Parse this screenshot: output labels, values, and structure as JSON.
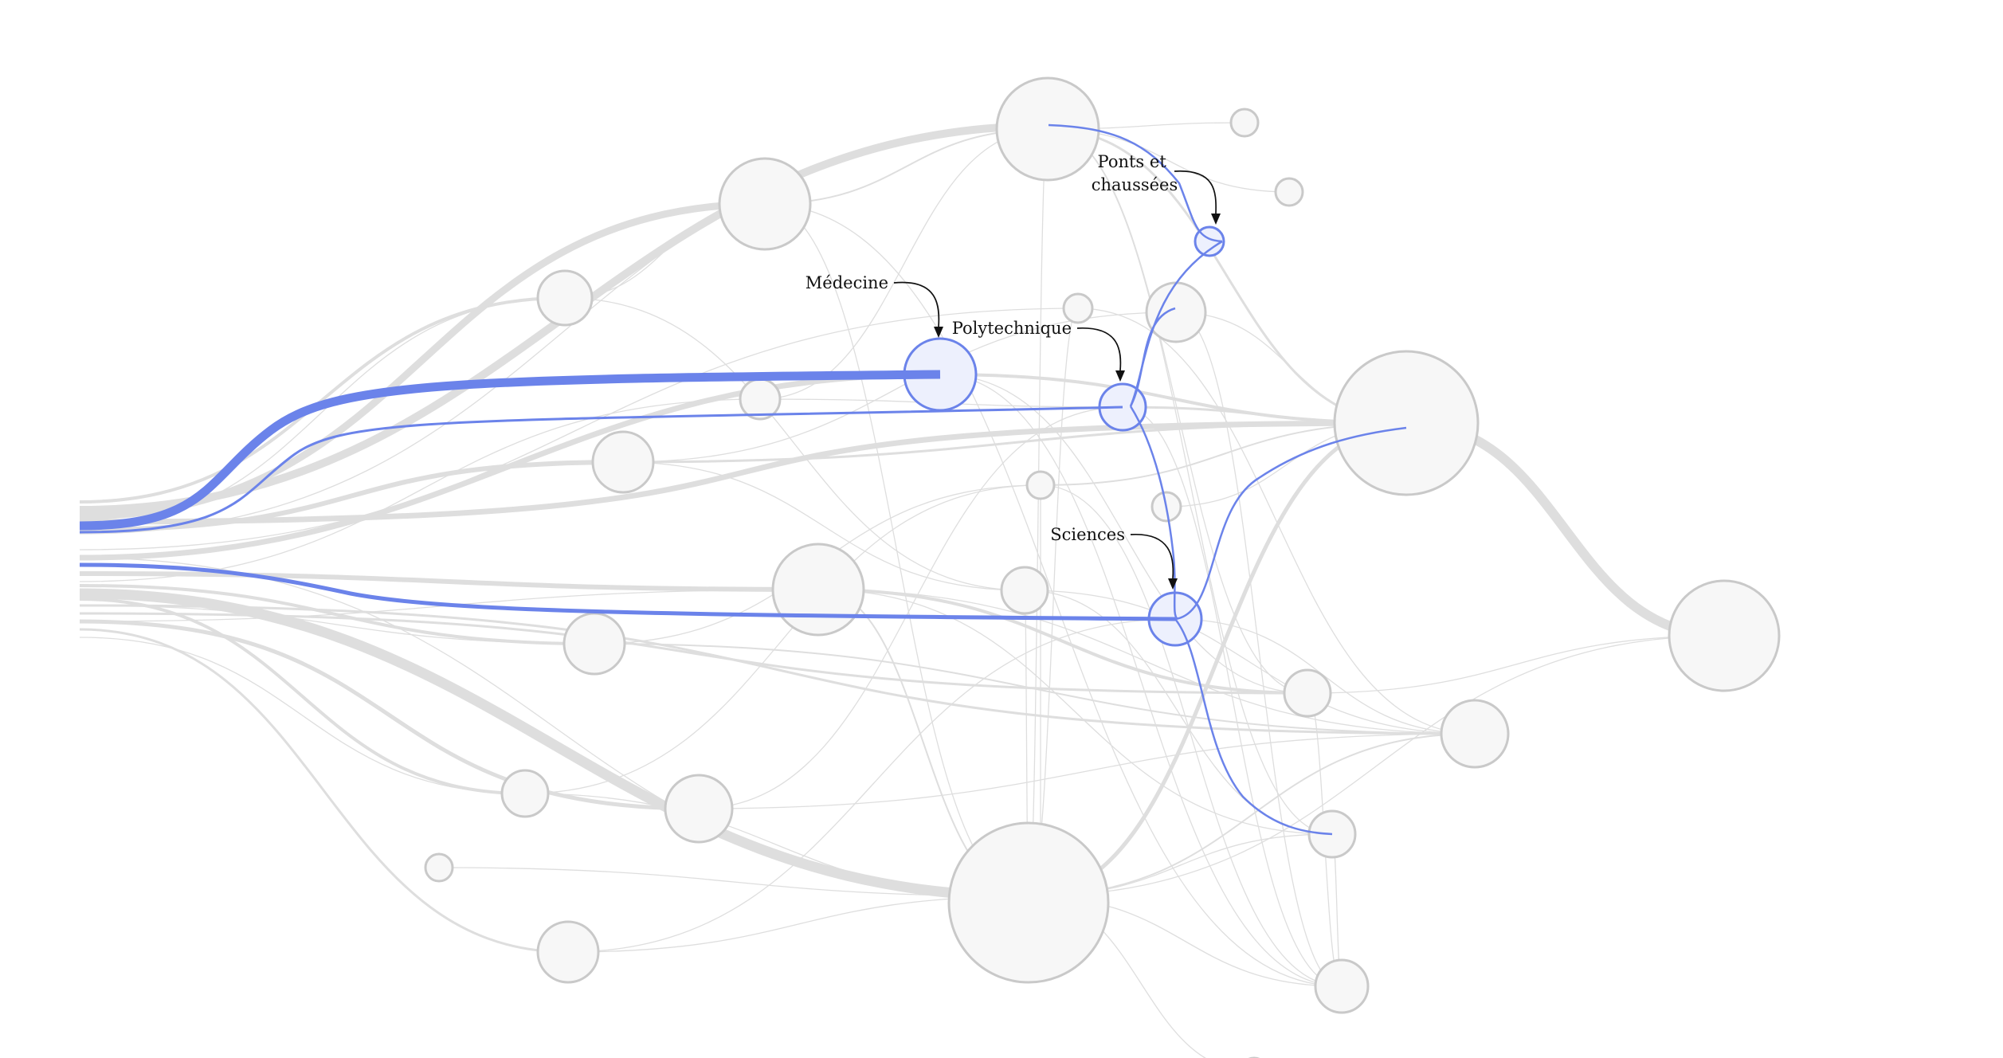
{
  "labels": {
    "ponts": [
      "Ponts et",
      "chaussées"
    ],
    "medecine": "Médecine",
    "polytechnique": "Polytechnique",
    "sciences": "Sciences"
  },
  "colors": {
    "highlight": "#6b83ea",
    "highlight_fill": "#edf0fd",
    "node_fill": "#f7f7f7",
    "node_stroke": "#c9c9c9",
    "flow_gray": "#dedede",
    "label_text": "#111111"
  }
}
